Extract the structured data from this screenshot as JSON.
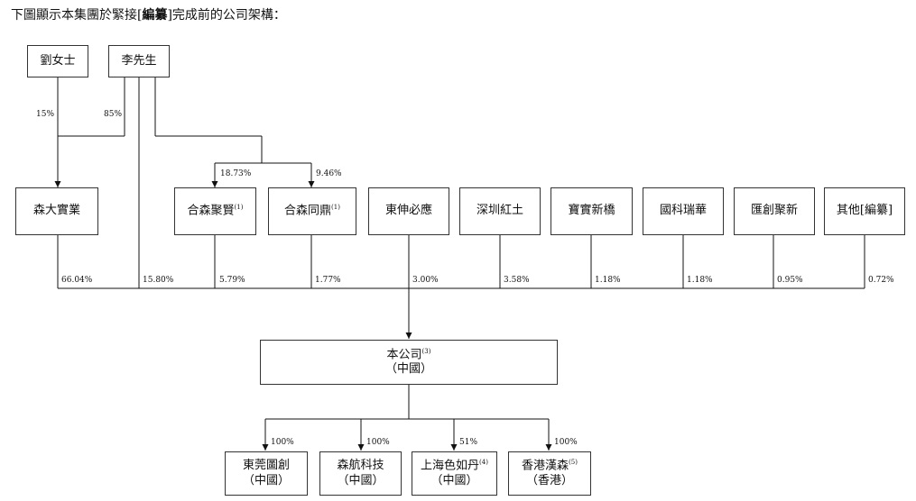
{
  "intro": {
    "before": "下圖顯示本集團於緊接[",
    "bold": "編纂",
    "after": "]完成前的公司架構："
  },
  "nodes": {
    "liu": "劉女士",
    "li": "李先生",
    "senda": "森大實業",
    "hesenjuxian": "合森聚賢",
    "hesentongding": "合森同鼎",
    "dongshen": "東伸必應",
    "shenzhen_hongtu": "深圳紅土",
    "baoshi": "寶實新橋",
    "guoke": "國科瑞華",
    "huichuang": "匯創聚新",
    "qita": "其他[編纂]",
    "company_name": "本公司",
    "company_loc": "（中國）",
    "dongguan_name": "東莞圖創",
    "dongguan_loc": "（中國）",
    "senhang_name": "森航科技",
    "senhang_loc": "（中國）",
    "shanghai_name": "上海色如丹",
    "shanghai_loc": "（中國）",
    "hk_name": "香港漢森",
    "hk_loc": "（香港）"
  },
  "notes": {
    "n1": "(1)",
    "n3": "(3)",
    "n4": "(4)",
    "n5": "(5)"
  },
  "pct": {
    "liu_senda": "15%",
    "li_senda": "85%",
    "li_juxian": "18.73%",
    "li_tongding": "9.46%",
    "senda": "66.04%",
    "li": "15.80%",
    "juxian": "5.79%",
    "tongding": "1.77%",
    "dongshen": "3.00%",
    "hongtu": "3.58%",
    "baoshi": "1.18%",
    "guoke": "1.18%",
    "huichuang": "0.95%",
    "qita": "0.72%",
    "dongguan": "100%",
    "senhang": "100%",
    "shanghai": "51%",
    "hk": "100%"
  }
}
